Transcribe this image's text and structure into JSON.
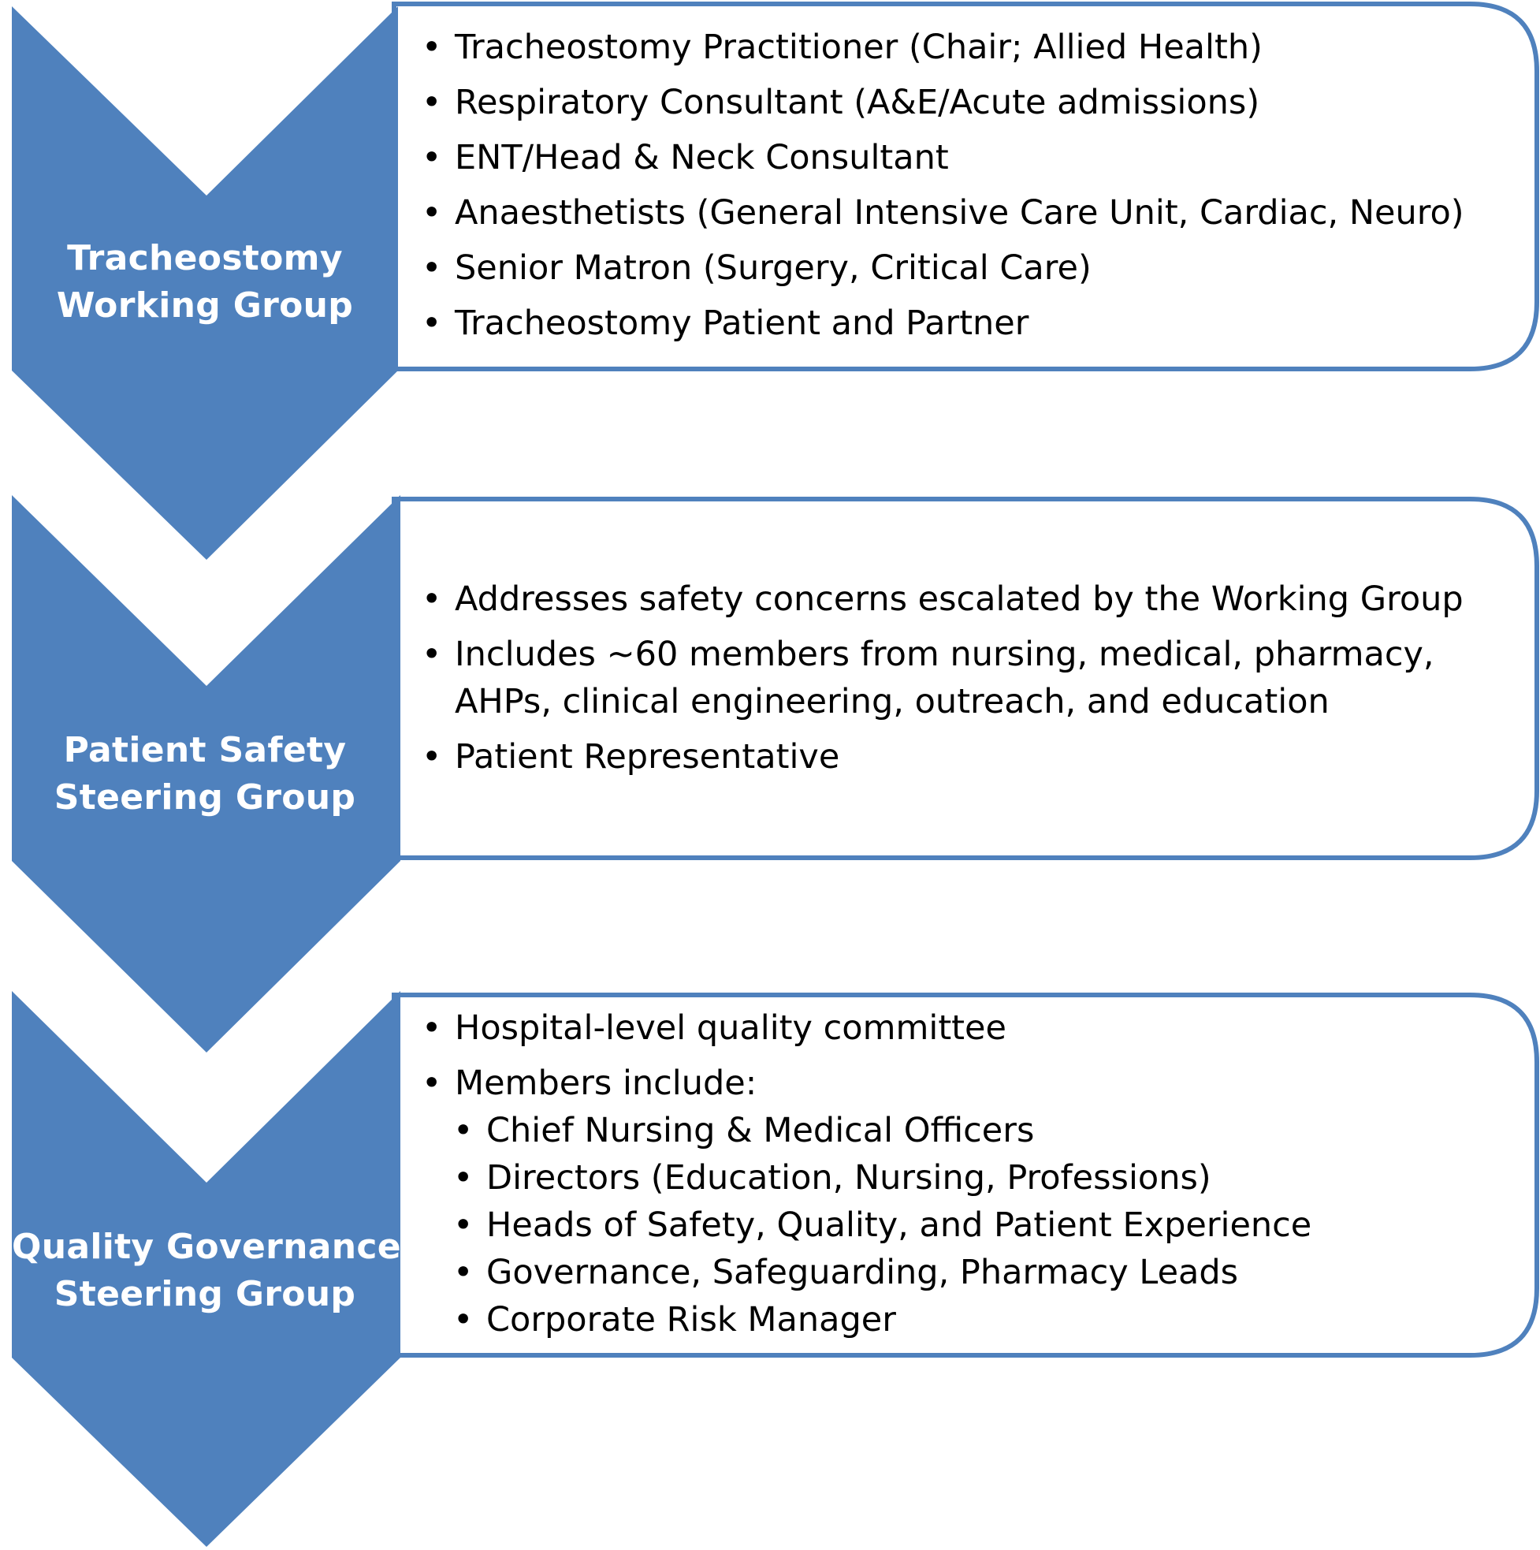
{
  "colors": {
    "chevron_fill": "#4f81bd",
    "box_border": "#4f81bd",
    "box_fill": "#ffffff",
    "label_text": "#ffffff",
    "body_text": "#000000"
  },
  "stages": [
    {
      "label_lines": [
        "Tracheostomy",
        "Working Group"
      ],
      "items": [
        "Tracheostomy Practitioner (Chair; Allied Health)",
        "Respiratory Consultant (A&E/Acute admissions)",
        "ENT/Head & Neck Consultant",
        "Anaesthetists (General Intensive Care Unit, Cardiac, Neuro)",
        "Senior Matron (Surgery, Critical Care)",
        "Tracheostomy Patient and Partner"
      ]
    },
    {
      "label_lines": [
        "Patient Safety",
        "Steering Group"
      ],
      "items": [
        "Addresses safety concerns escalated by the Working Group",
        "Includes ~60 members from nursing, medical, pharmacy,",
        "AHPs, clinical engineering, outreach, and education",
        "Patient Representative"
      ]
    },
    {
      "label_lines": [
        "Quality Governance",
        "Steering Group"
      ],
      "items": [
        "Hospital-level quality committee",
        "Members include:"
      ],
      "subitems": [
        "Chief Nursing & Medical Officers",
        "Directors (Education, Nursing, Professions)",
        "Heads of Safety, Quality, and Patient Experience",
        "Governance, Safeguarding, Pharmacy Leads",
        "Corporate Risk Manager"
      ]
    }
  ]
}
